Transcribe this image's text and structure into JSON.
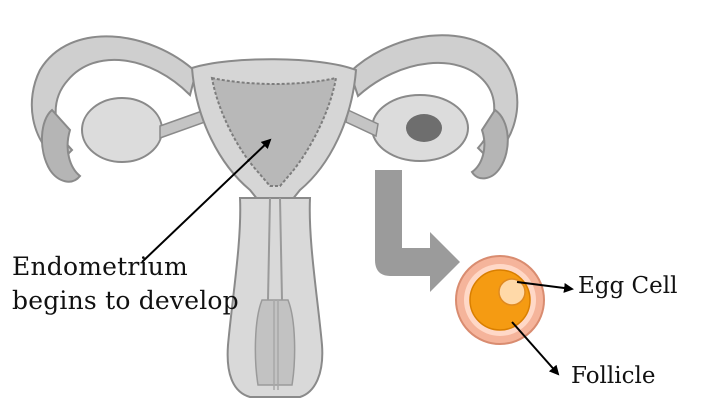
{
  "labels": {
    "endometrium_line1": "Endometrium",
    "endometrium_line2": "begins to develop",
    "egg_cell": "Egg Cell",
    "follicle": "Follicle"
  },
  "colors": {
    "tissue_light": "#d9d9d9",
    "tissue_mid": "#bdbdbd",
    "tissue_dark": "#9e9e9e",
    "egg_dark": "#6e6e6e",
    "flow_arrow": "#9b9b9b",
    "follicle_outer": "#f5b49b",
    "follicle_ring": "#ffd8c7",
    "follicle_orange": "#f59b12",
    "egg_cell_fill": "#ffd9a8",
    "line": "#000000"
  }
}
